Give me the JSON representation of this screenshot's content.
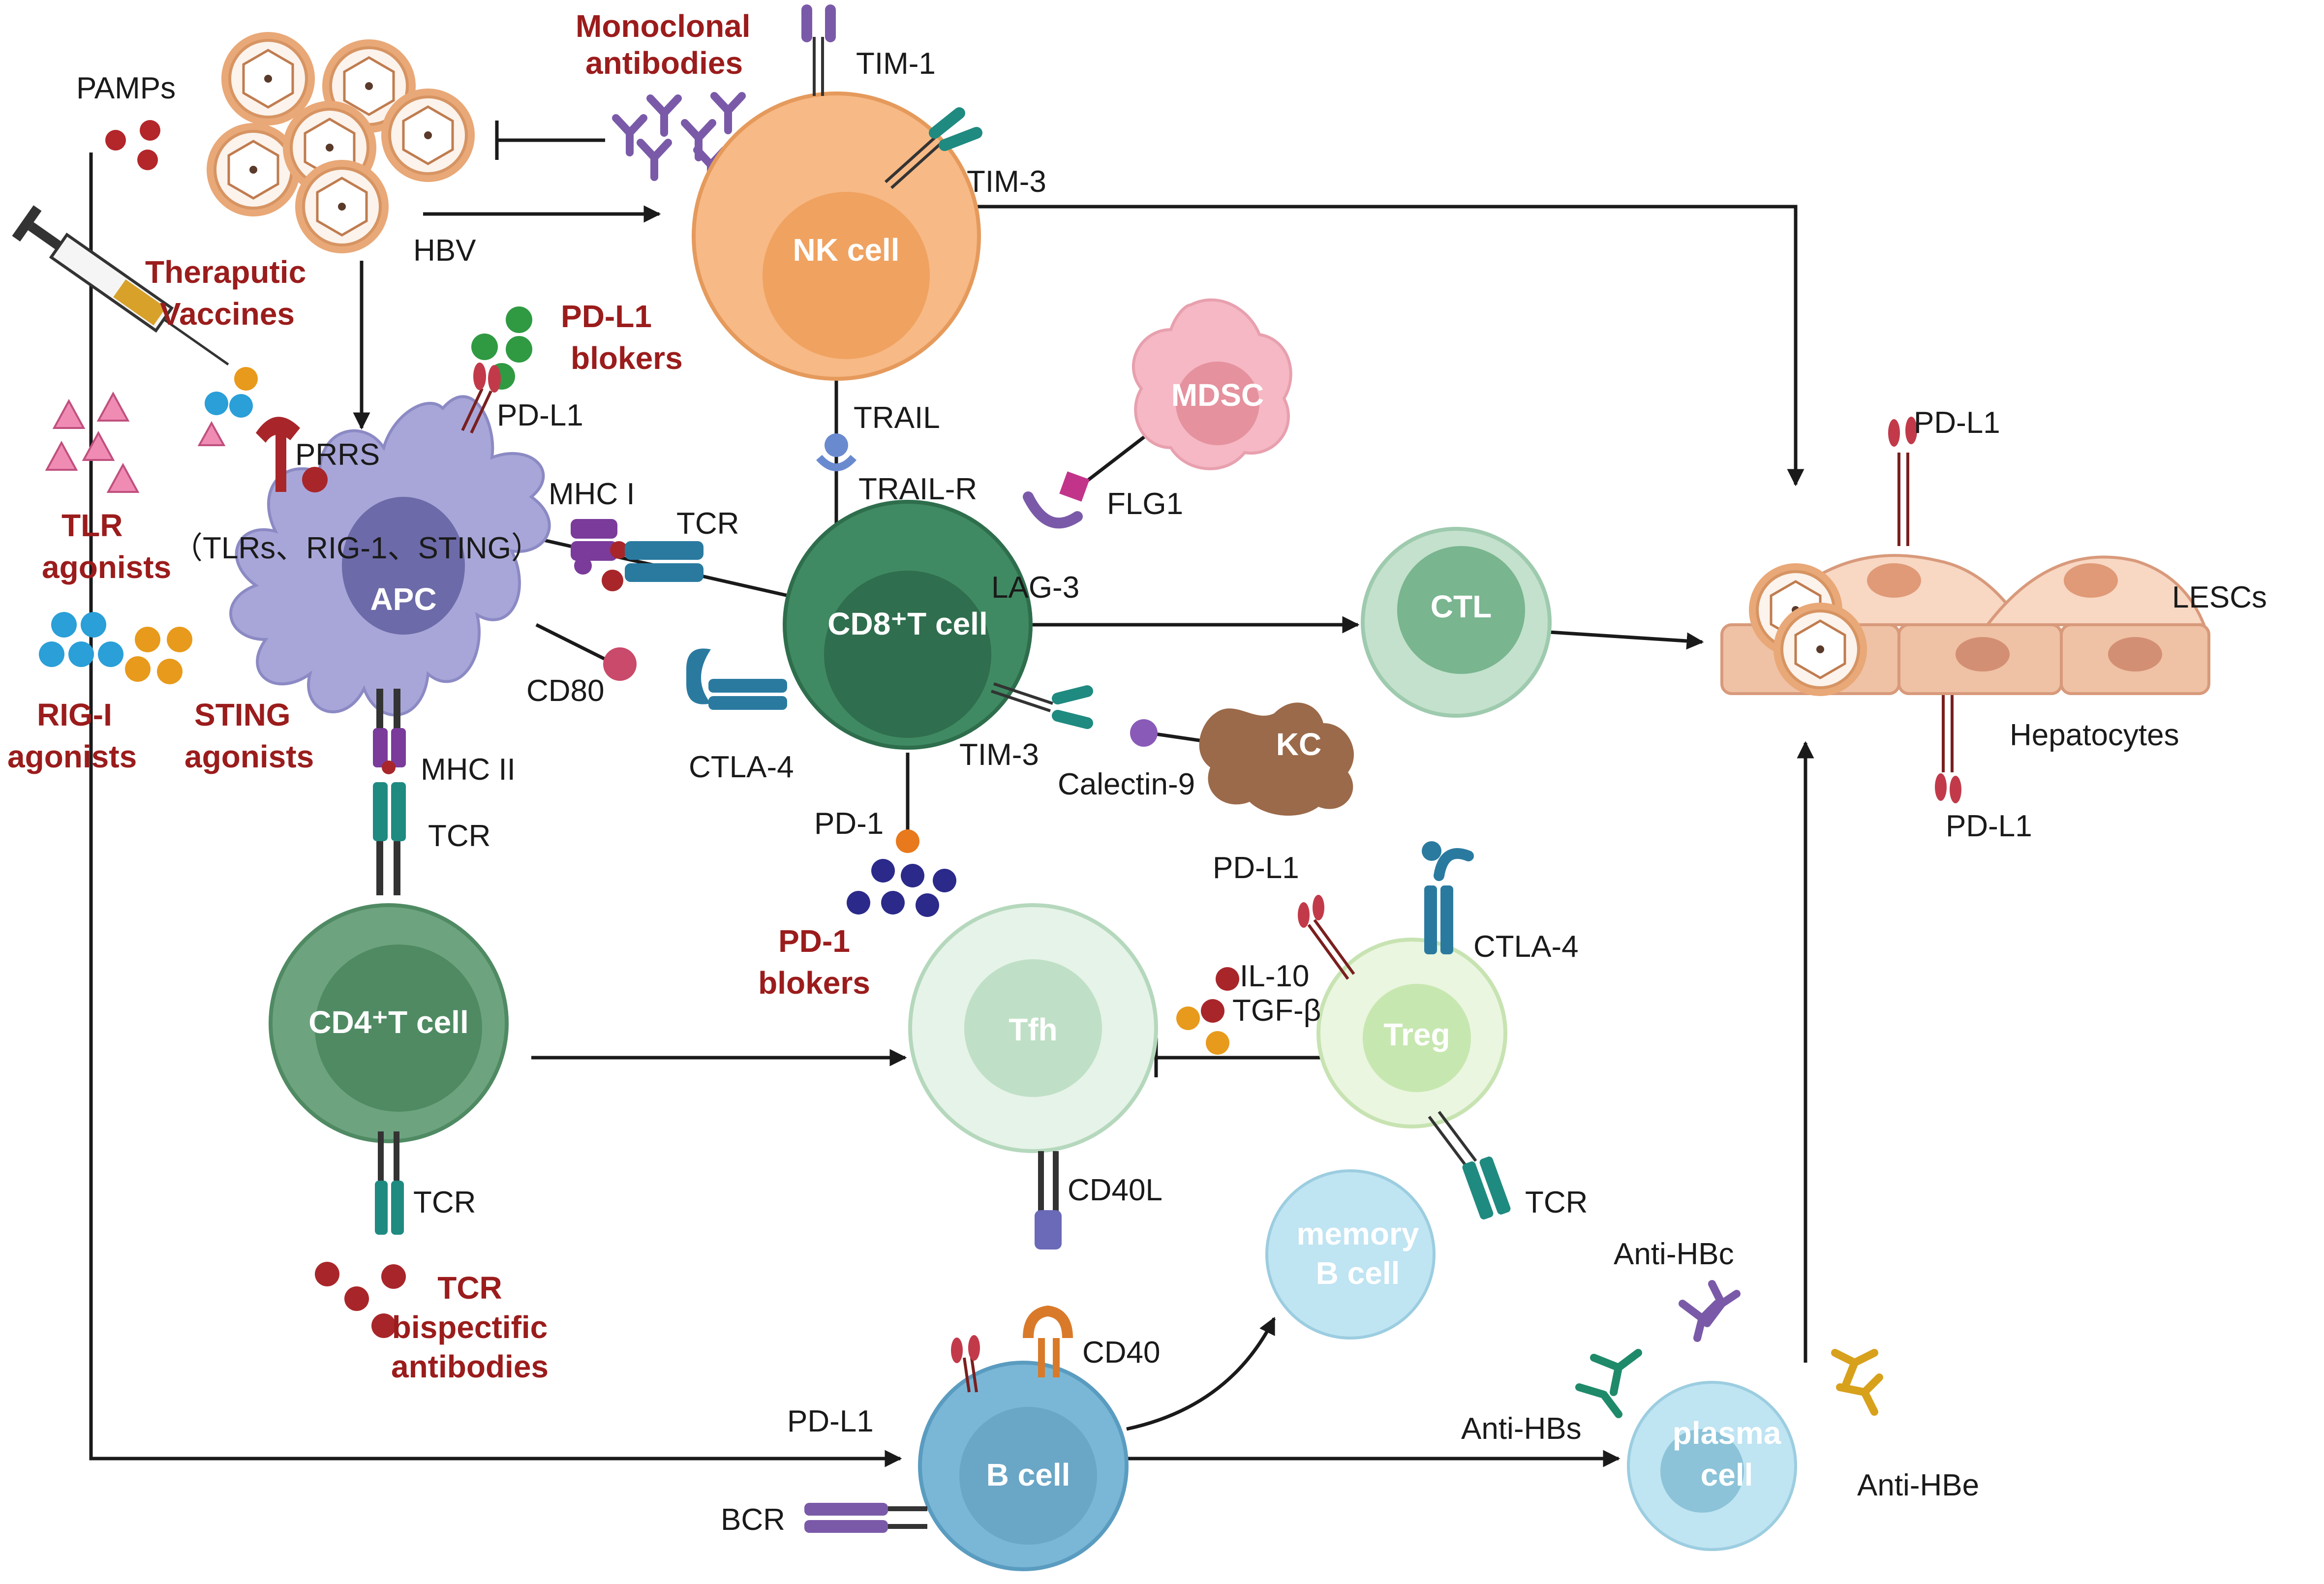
{
  "colors": {
    "agent_text": "#9b1c1c",
    "nk": "#f7b985",
    "apc": "#a8a6d8",
    "cd8": "#3f8a62",
    "cd4": "#6da47f",
    "ctl": "#8fc8a0",
    "tfh": "#c9e5cf",
    "treg": "#d7efc7",
    "bcell": "#7ab7d6",
    "memory_b": "#bfe4f2",
    "plasma": "#bfe4f2",
    "mdsc": "#f5b8c4",
    "kc": "#9b6a4a",
    "hepatocyte": "#efc1a5"
  },
  "labels": {
    "pamps": "PAMPs",
    "monoclonal": [
      "Monoclonal",
      "antibodies"
    ],
    "tim1": "TIM-1",
    "tim3_nk": "TIM-3",
    "hbv": "HBV",
    "theraputic_vaccines": [
      "Theraputic",
      "Vaccines"
    ],
    "pdl1_blokers": [
      "PD-L1",
      "blokers"
    ],
    "pdl1_apc": "PD-L1",
    "prrs": "PRRS",
    "prrs_list": "（TLRs、RIG-1、STING）",
    "mhc1": "MHC I",
    "tcr_cd8": "TCR",
    "tlr_agonists": [
      "TLR",
      "agonists"
    ],
    "rig_agonists": [
      "RIG-I",
      "agonists"
    ],
    "sting_agonists": [
      "STING",
      "agonists"
    ],
    "cd80": "CD80",
    "mhc2": "MHC II",
    "tcr_cd4": "TCR",
    "tcr_bottom": "TCR",
    "tcr_bispecific": [
      "TCR",
      "bispectific",
      "antibodies"
    ],
    "trail": "TRAIL",
    "trail_r": "TRAIL-R",
    "flg1": "FLG1",
    "lag3": "LAG-3",
    "ctla4_cd8": "CTLA-4",
    "tim3_cd8": "TIM-3",
    "calectin": "Calectin-9",
    "pd1": "PD-1",
    "pd1_blokers": [
      "PD-1",
      "blokers"
    ],
    "pdl1_treg": "PD-L1",
    "ctla4_treg": "CTLA-4",
    "il10": "IL-10",
    "tgfb": "TGF-β",
    "tcr_treg": "TCR",
    "cd40l": "CD40L",
    "cd40": "CD40",
    "pdl1_bcell": "PD-L1",
    "bcr": "BCR",
    "anti_hbc": "Anti-HBc",
    "anti_hbs": "Anti-HBs",
    "anti_hbe": "Anti-HBe",
    "pdl1_hep_top": "PD-L1",
    "lescs": "LESCs",
    "hepatocytes": "Hepatocytes",
    "pdl1_hep_bottom": "PD-L1"
  },
  "cells": {
    "nk": "NK cell",
    "apc": "APC",
    "cd8": "CD8⁺T cell",
    "cd4": "CD4⁺T cell",
    "ctl": "CTL",
    "tfh": "Tfh",
    "treg": "Treg",
    "bcell": "B cell",
    "memory_b": [
      "memory",
      "B cell"
    ],
    "plasma": [
      "plasma",
      "cell"
    ],
    "mdsc": "MDSC",
    "kc": "KC"
  }
}
